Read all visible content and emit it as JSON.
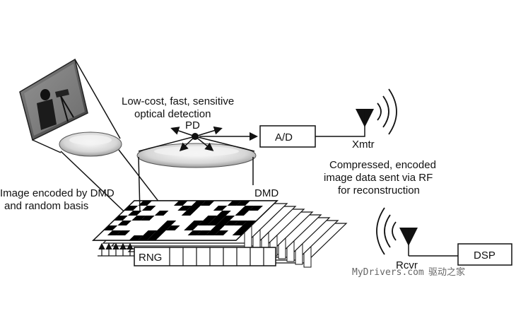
{
  "annotations": {
    "optical_line1": "Low-cost, fast, sensitive",
    "optical_line2": "optical detection",
    "compressed_line1": "Compressed, encoded",
    "compressed_line2": "image data sent via RF",
    "compressed_line3": "for reconstruction",
    "image_line1": "Image encoded by DMD",
    "image_line2": "and random basis"
  },
  "labels": {
    "pd": "PD",
    "ad": "A/D",
    "xmtr": "Xmtr",
    "dmd": "DMD",
    "rng": "RNG",
    "rcvr": "Rcvr",
    "dsp": "DSP"
  },
  "watermark": {
    "site": "MyDrivers.com",
    "cn": "驱动之家"
  },
  "colors": {
    "line": "#111111",
    "lens_fill": "#d9d9d9",
    "pixel_dark": "#000000",
    "pixel_light": "#ffffff"
  }
}
